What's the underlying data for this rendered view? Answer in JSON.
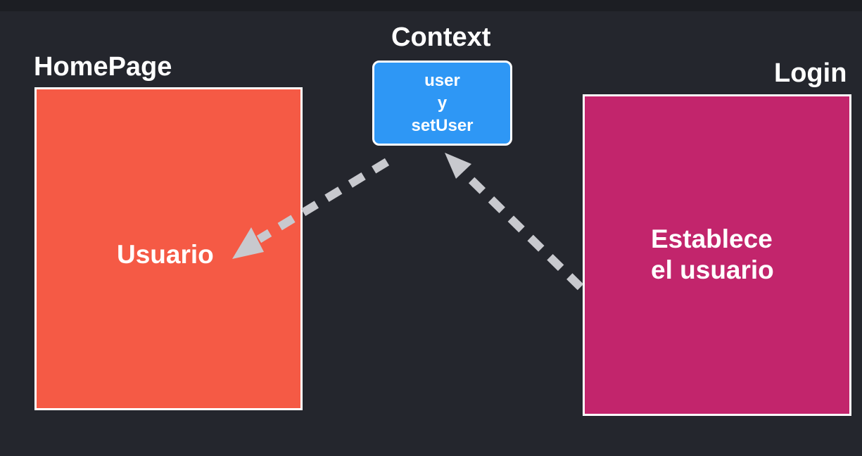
{
  "labels": {
    "homepage": "HomePage",
    "context": "Context",
    "login": "Login"
  },
  "context_box": {
    "line1": "user",
    "line2": "y",
    "line3": "setUser"
  },
  "homepage_panel": {
    "text": "Usuario"
  },
  "login_panel": {
    "line1": "Establece",
    "line2": "el usuario"
  },
  "colors": {
    "background": "#24262d",
    "homepage_panel": "#f55a45",
    "login_panel": "#c2256c",
    "context_box": "#2e97f5",
    "arrow": "#c8c9ce"
  }
}
